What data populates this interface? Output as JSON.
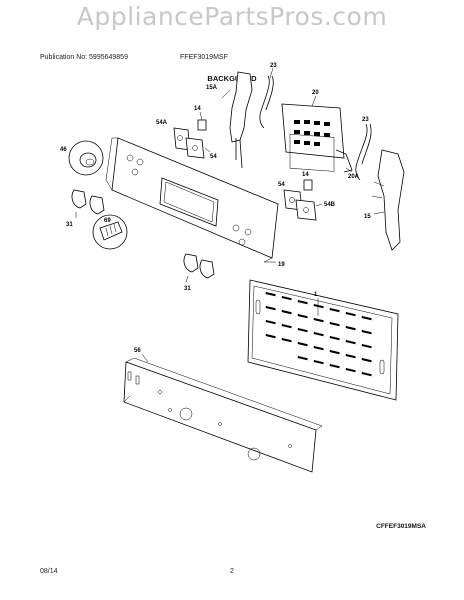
{
  "watermark": "AppliancePartsPros.com",
  "header": {
    "publication": "Publication No: 5995649859",
    "model": "FFEF3019MSF",
    "section": "BACKGUARD"
  },
  "footer": {
    "date": "08/14",
    "page": "2",
    "figure_code": "CFFEF3019MSA"
  },
  "part_labels": {
    "p15A": "15A",
    "p23a": "23",
    "p20": "20",
    "p14a": "14",
    "p54Aa": "54A",
    "p54a": "54",
    "p23b": "23",
    "p46": "46",
    "p31a": "31",
    "p69": "69",
    "p20A": "20A",
    "p14b": "14",
    "p54b": "54",
    "p54B": "54B",
    "p15": "15",
    "p19": "19",
    "p31b": "31",
    "p1": "1",
    "p56": "56"
  }
}
